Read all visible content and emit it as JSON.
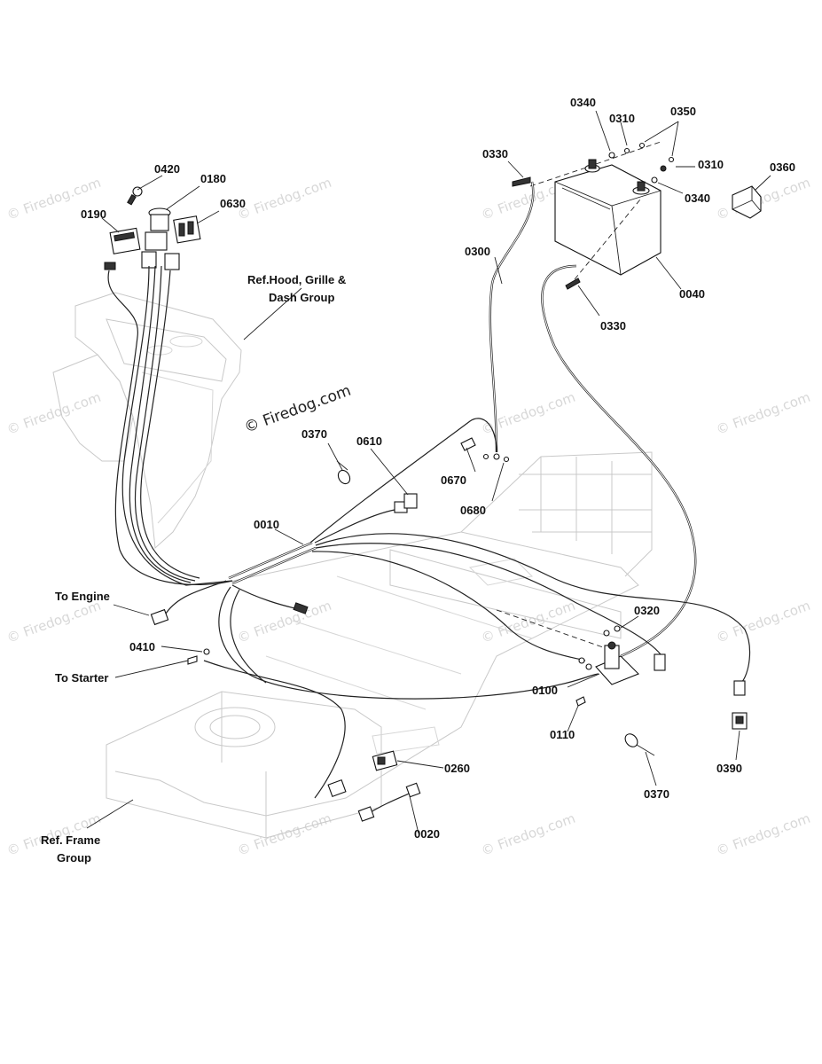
{
  "labels": {
    "p0420": "0420",
    "p0180": "0180",
    "p0190": "0190",
    "p0630": "0630",
    "p0340a": "0340",
    "p0310a": "0310",
    "p0350": "0350",
    "p0330a": "0330",
    "p0310b": "0310",
    "p0360": "0360",
    "p0340b": "0340",
    "p0300": "0300",
    "p0040": "0040",
    "p0330b": "0330",
    "p0370a": "0370",
    "p0610": "0610",
    "p0670": "0670",
    "p0680": "0680",
    "p0010": "0010",
    "p0320": "0320",
    "p0410": "0410",
    "p0100": "0100",
    "p0110": "0110",
    "p0390": "0390",
    "p0370b": "0370",
    "p0260": "0260",
    "p0020": "0020"
  },
  "notes": {
    "hood_line1": "Ref.Hood, Grille &",
    "hood_line2": "Dash Group",
    "to_engine": "To Engine",
    "to_starter": "To Starter",
    "frame_line1": "Ref. Frame",
    "frame_line2": "Group"
  },
  "watermark": "© Firedog.com",
  "colors": {
    "ink": "#111111",
    "ghost": "#c9c9c9",
    "watermark": "#d8d8d8"
  }
}
